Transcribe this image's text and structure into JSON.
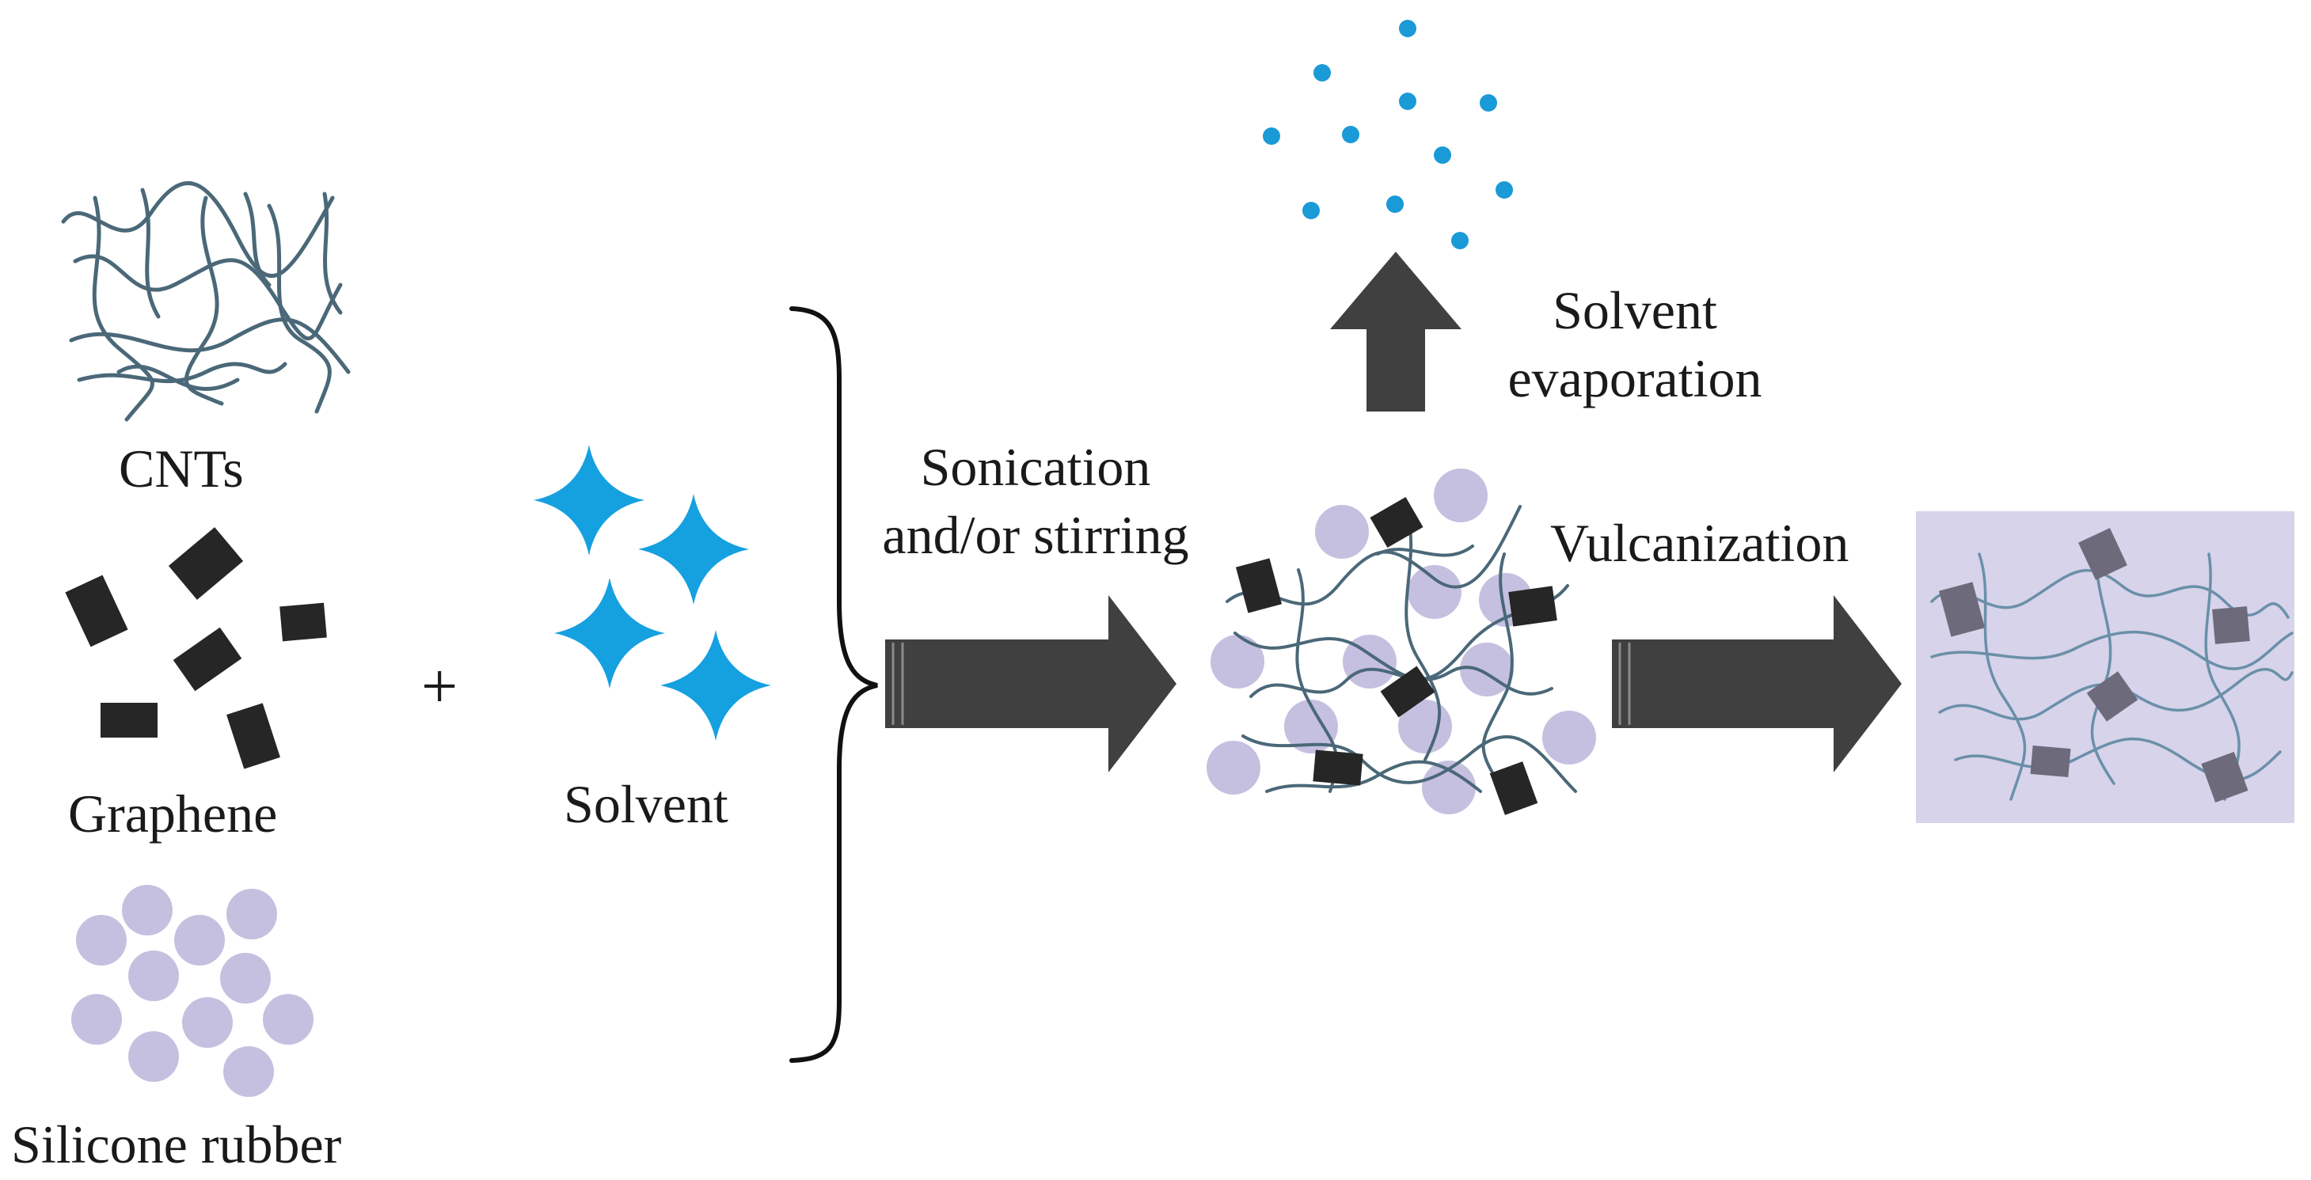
{
  "labels": {
    "cnts": "CNTs",
    "graphene": "Graphene",
    "silicone_rubber": "Silicone rubber",
    "plus": "+",
    "solvent": "Solvent",
    "step1_line1": "Sonication",
    "step1_line2": "and/or stirring",
    "evap_line1": "Solvent",
    "evap_line2": "evaporation",
    "vulcanization": "Vulcanization"
  },
  "colors": {
    "cnt_fiber": "#4a6878",
    "graphene_flake": "#262626",
    "rubber_particle": "#c5c0e0",
    "solvent_star": "#15a0e0",
    "solvent_droplet": "#1a9ad6",
    "arrow": "#404040",
    "composite_background": "#d6d3ea",
    "composite_flake": "#6d6a7c"
  }
}
